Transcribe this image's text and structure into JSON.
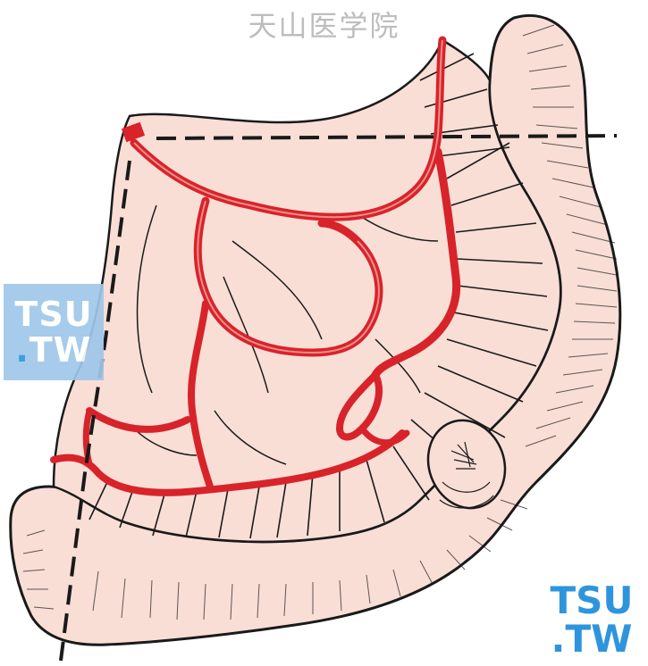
{
  "header": {
    "title": "天山医学院"
  },
  "badge_left": {
    "line1": "TSU",
    "dot": ".",
    "line2": "TW"
  },
  "badge_right": {
    "line1": "TSU",
    "dot": ".",
    "line2": "TW"
  },
  "colors": {
    "tissue": "#f9ded6",
    "vessel": "#d8232a",
    "outline": "#1a1a1a",
    "badge_left_bg": "#9fc7ea",
    "logo_blue": "#2e95dd"
  },
  "icons": [
    "mesentery-illustration",
    "cut-line"
  ]
}
